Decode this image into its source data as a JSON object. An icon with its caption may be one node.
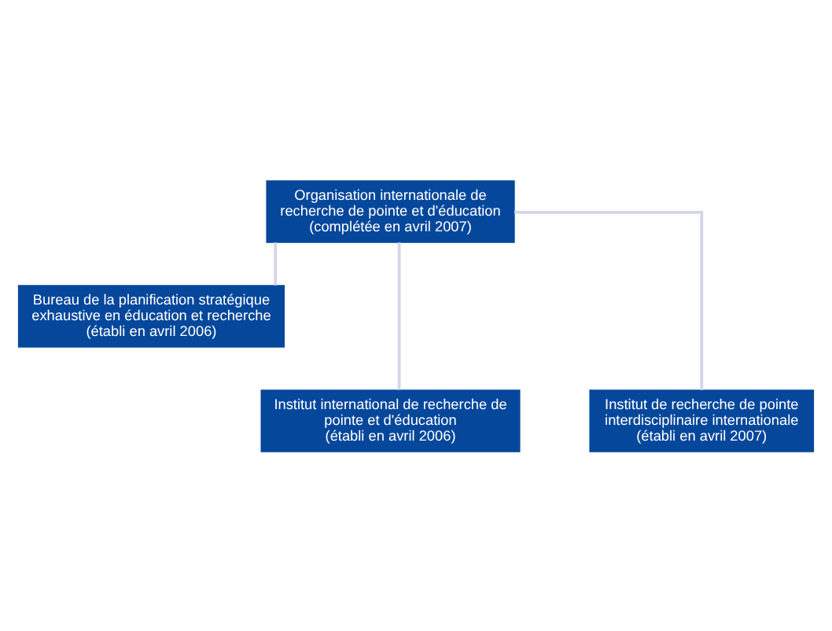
{
  "diagram": {
    "nodes": [
      {
        "text": [
          "Organisation internationale de recherche de pointe et d'éducation",
          "(complétée en avril 2007)"
        ]
      },
      {
        "text": [
          "Bureau de la planification stratégique exhaustive en éducation et recherche",
          "(établi en avril 2006)"
        ]
      },
      {
        "text": [
          "Institut international de recherche de pointe et d'éducation",
          "(établi en avril 2006)"
        ]
      },
      {
        "text": [
          "Institut de recherche de pointe interdisciplinaire internationale",
          "(établi en avril 2007)"
        ]
      }
    ],
    "edges": [
      {
        "from": 0,
        "to": 1,
        "arrow": "none"
      },
      {
        "from": 0,
        "to": 2,
        "arrow": "none"
      },
      {
        "from": 0,
        "to": 3,
        "arrow": "none"
      }
    ]
  }
}
